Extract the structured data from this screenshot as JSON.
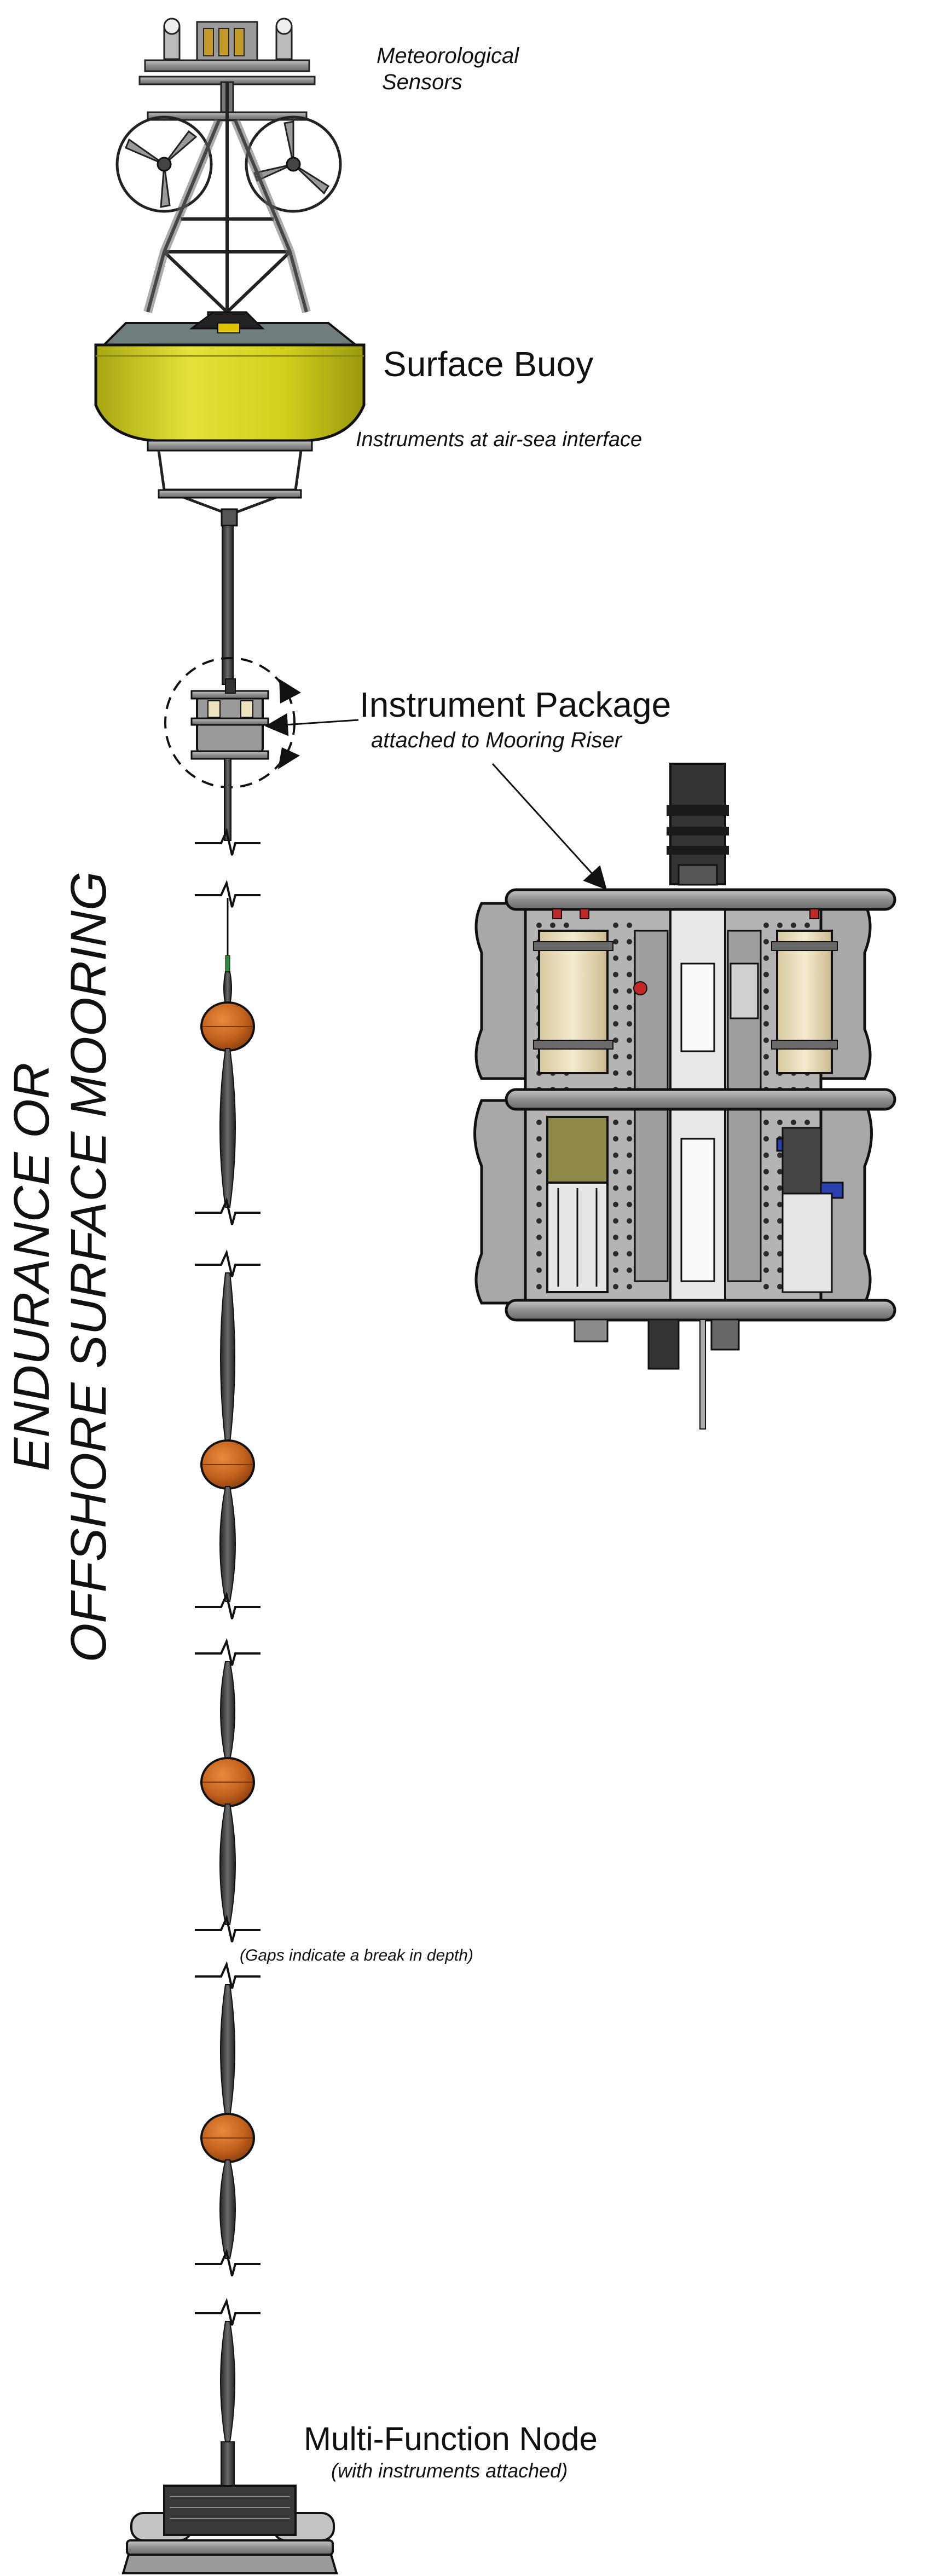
{
  "title": {
    "line1": "ENDURANCE OR",
    "line2": "OFFSHORE SURFACE MOORING"
  },
  "labels": {
    "meteorological": {
      "line1": "Meteorological",
      "line2": "Sensors"
    },
    "surface_buoy": "Surface Buoy",
    "air_sea": "Instruments at air-sea interface",
    "instrument_package": "Instrument Package",
    "attached": "attached to Mooring Riser",
    "gaps": "(Gaps indicate a break in depth)",
    "multi_function_node": "Multi-Function Node",
    "with_instruments": "(with instruments attached)"
  },
  "colors": {
    "buoy_yellow": "#d6d41e",
    "float_orange": "#c4621e",
    "frame_gray": "#8e8e8e",
    "canister_beige": "#eee2bf",
    "olive": "#8f8a4a",
    "blue_accent": "#2a3fb0",
    "cable": "#3b3b3b"
  }
}
